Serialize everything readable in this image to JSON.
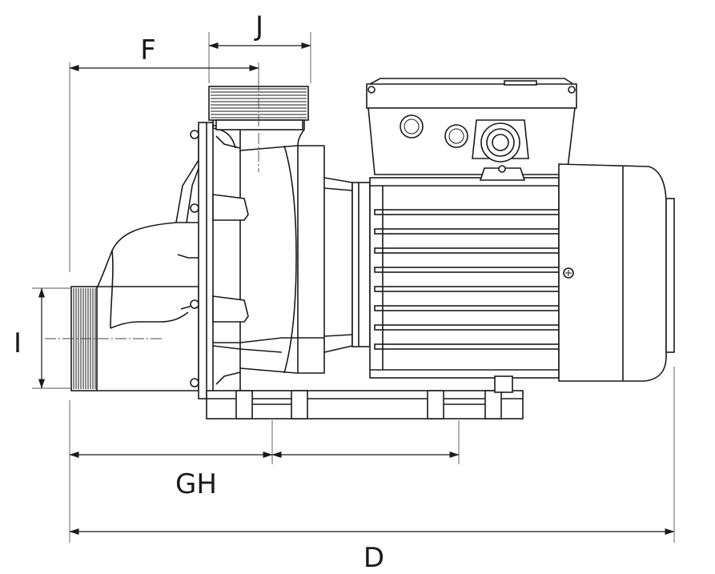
{
  "drawing": {
    "dimension_labels": {
      "J": "J",
      "F": "F",
      "I": "I",
      "GH": "GH",
      "D": "D"
    },
    "line_color": "#1a1a1a",
    "background": "#ffffff"
  }
}
